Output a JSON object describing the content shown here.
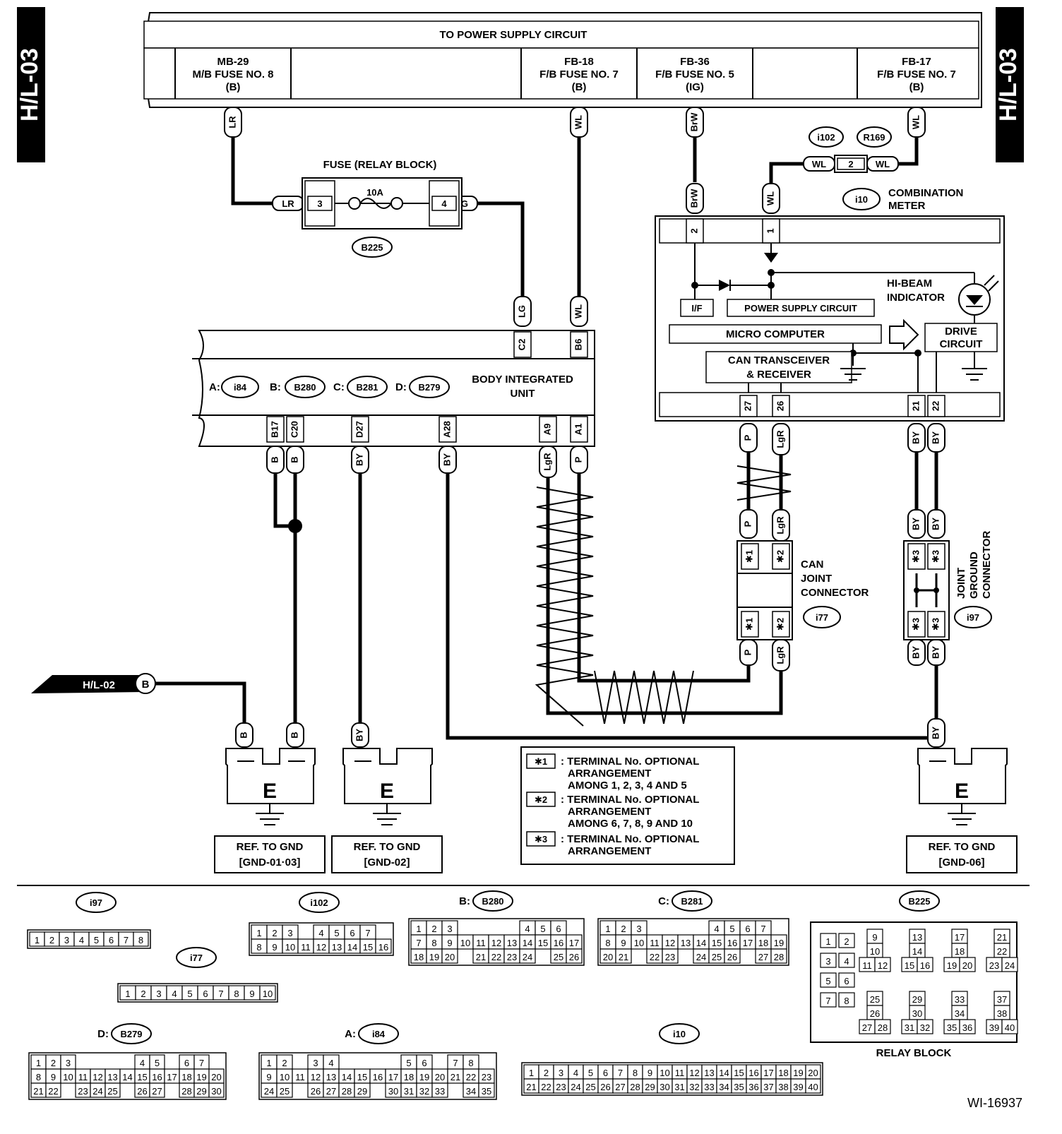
{
  "page_tag": "H/L-03",
  "power_supply": {
    "title": "TO POWER SUPPLY CIRCUIT",
    "fuses": [
      {
        "id": "MB-29",
        "name": "M/B FUSE NO. 8",
        "sub": "(B)"
      },
      {
        "id": "FB-18",
        "name": "F/B FUSE NO. 7",
        "sub": "(B)"
      },
      {
        "id": "FB-36",
        "name": "F/B FUSE NO. 5",
        "sub": "(IG)"
      },
      {
        "id": "FB-17",
        "name": "F/B FUSE NO. 7",
        "sub": "(B)"
      }
    ]
  },
  "relay_fuse": {
    "title": "FUSE (RELAY BLOCK)",
    "rating": "10A",
    "pin_left": "3",
    "pin_right": "4",
    "connector": "B225"
  },
  "inline_connector": {
    "ids": [
      "i102",
      "R169"
    ],
    "pin": "2"
  },
  "combination_meter": {
    "connector": "i10",
    "title_1": "COMBINATION",
    "title_2": "METER",
    "if_label": "I/F",
    "psc_label": "POWER SUPPLY CIRCUIT",
    "micro_label": "MICRO COMPUTER",
    "can_label_1": "CAN TRANSCEIVER",
    "can_label_2": "& RECEIVER",
    "drive_label_1": "DRIVE",
    "drive_label_2": "CIRCUIT",
    "hibeam_1": "HI-BEAM",
    "hibeam_2": "INDICATOR",
    "top_pins": [
      "2",
      "1"
    ],
    "bottom_pins": [
      "27",
      "26",
      "21",
      "22"
    ]
  },
  "bcm": {
    "title_1": "BODY INTEGRATED",
    "title_2": "UNIT",
    "connectors": [
      {
        "label": "A:",
        "id": "i84"
      },
      {
        "label": "B:",
        "id": "B280"
      },
      {
        "label": "C:",
        "id": "B281"
      },
      {
        "label": "D:",
        "id": "B279"
      }
    ],
    "top_pins": [
      "C2",
      "B6"
    ],
    "bottom_pins": [
      "B17",
      "C20",
      "D27",
      "A28",
      "A9",
      "A1"
    ]
  },
  "wire_colors": {
    "lr": "LR",
    "lg": "LG",
    "wl": "WL",
    "brw": "BrW",
    "b": "B",
    "by": "BY",
    "p": "P",
    "lgr": "LgR"
  },
  "can_joint": {
    "title_1": "CAN",
    "title_2": "JOINT",
    "title_3": "CONNECTOR",
    "connector": "i77",
    "star1": "✱1",
    "star2": "✱2"
  },
  "joint_ground": {
    "title_1": "JOINT",
    "title_2": "GROUND",
    "title_3": "CONNECTOR",
    "connector": "i97",
    "star3": "✱3"
  },
  "offpage": {
    "label": "H/L-02",
    "ref": "B"
  },
  "grounds": [
    {
      "symbol": "E",
      "ref_1": "REF. TO GND",
      "ref_2": "[GND-01·03]"
    },
    {
      "symbol": "E",
      "ref_1": "REF. TO GND",
      "ref_2": "[GND-02]"
    },
    {
      "symbol": "E",
      "ref_1": "REF. TO GND",
      "ref_2": "[GND-06]"
    }
  ],
  "notes": [
    {
      "tag": "✱1",
      "line1": ": TERMINAL No. OPTIONAL",
      "line2": "ARRANGEMENT",
      "line3": "AMONG 1, 2, 3, 4 AND 5"
    },
    {
      "tag": "✱2",
      "line1": ": TERMINAL No. OPTIONAL",
      "line2": "ARRANGEMENT",
      "line3": "AMONG 6, 7, 8, 9 AND 10"
    },
    {
      "tag": "✱3",
      "line1": ": TERMINAL No. OPTIONAL",
      "line2": "ARRANGEMENT",
      "line3": ""
    }
  ],
  "connector_views": {
    "i97": {
      "id": "i97",
      "rows": [
        [
          "1",
          "2",
          "3",
          "4",
          "5",
          "6",
          "7",
          "8"
        ]
      ]
    },
    "i102": {
      "id": "i102",
      "rows": [
        [
          "1",
          "2",
          "3",
          "",
          "4",
          "5",
          "6",
          "7"
        ],
        [
          "8",
          "9",
          "10",
          "11",
          "12",
          "13",
          "14",
          "15",
          "16"
        ]
      ]
    },
    "i77": {
      "id": "i77",
      "rows": [
        [
          "1",
          "2",
          "3",
          "4",
          "5",
          "6",
          "7",
          "8",
          "9",
          "10"
        ]
      ]
    },
    "B280": {
      "prefix": "B:",
      "id": "B280",
      "rows": [
        [
          "1",
          "2",
          "3",
          "",
          "",
          "",
          "",
          "4",
          "5",
          "6"
        ],
        [
          "7",
          "8",
          "9",
          "10",
          "11",
          "12",
          "13",
          "14",
          "15",
          "16",
          "17"
        ],
        [
          "18",
          "19",
          "20",
          "",
          "21",
          "22",
          "23",
          "24",
          "",
          "25",
          "26"
        ]
      ]
    },
    "B281": {
      "prefix": "C:",
      "id": "B281",
      "rows": [
        [
          "1",
          "2",
          "3",
          "",
          "",
          "",
          "",
          "4",
          "5",
          "6",
          "7"
        ],
        [
          "8",
          "9",
          "10",
          "11",
          "12",
          "13",
          "14",
          "15",
          "16",
          "17",
          "18",
          "19"
        ],
        [
          "20",
          "21",
          "",
          "22",
          "23",
          "",
          "24",
          "25",
          "26",
          "",
          "27",
          "28"
        ]
      ]
    },
    "B279": {
      "prefix": "D:",
      "id": "B279",
      "rows": [
        [
          "1",
          "2",
          "3",
          "",
          "",
          "",
          "",
          "4",
          "5",
          "",
          "6",
          "7"
        ],
        [
          "8",
          "9",
          "10",
          "11",
          "12",
          "13",
          "14",
          "15",
          "16",
          "17",
          "18",
          "19",
          "20"
        ],
        [
          "21",
          "22",
          "",
          "23",
          "24",
          "25",
          "",
          "26",
          "27",
          "",
          "28",
          "29",
          "30"
        ]
      ]
    },
    "i84": {
      "prefix": "A:",
      "id": "i84",
      "rows": [
        [
          "1",
          "2",
          "",
          "3",
          "4",
          "",
          "",
          "",
          "",
          "5",
          "6",
          "",
          "7",
          "8"
        ],
        [
          "9",
          "10",
          "11",
          "12",
          "13",
          "14",
          "15",
          "16",
          "17",
          "18",
          "19",
          "20",
          "21",
          "22",
          "23"
        ],
        [
          "24",
          "25",
          "",
          "26",
          "27",
          "28",
          "29",
          "",
          "30",
          "31",
          "32",
          "33",
          "",
          "34",
          "35"
        ]
      ]
    },
    "i10": {
      "id": "i10",
      "rows": [
        [
          "1",
          "2",
          "3",
          "4",
          "5",
          "6",
          "7",
          "8",
          "9",
          "10",
          "11",
          "12",
          "13",
          "14",
          "15",
          "16",
          "17",
          "18",
          "19",
          "20"
        ],
        [
          "21",
          "22",
          "23",
          "24",
          "25",
          "26",
          "27",
          "28",
          "29",
          "30",
          "31",
          "32",
          "33",
          "34",
          "35",
          "36",
          "37",
          "38",
          "39",
          "40"
        ]
      ]
    },
    "B225": {
      "id": "B225",
      "caption": "RELAY BLOCK",
      "groups": [
        [
          "1",
          "2",
          "3",
          "4",
          "5",
          "6",
          "7",
          "8"
        ],
        [
          "9",
          "10",
          "11",
          "12"
        ],
        [
          "13",
          "14",
          "15",
          "16"
        ],
        [
          "17",
          "18",
          "19",
          "20"
        ],
        [
          "21",
          "22",
          "23",
          "24"
        ],
        [
          "25",
          "26",
          "27",
          "28"
        ],
        [
          "29",
          "30",
          "31",
          "32"
        ],
        [
          "33",
          "34",
          "35",
          "36"
        ],
        [
          "37",
          "38",
          "39",
          "40"
        ]
      ]
    }
  },
  "figure_id": "WI-16937"
}
